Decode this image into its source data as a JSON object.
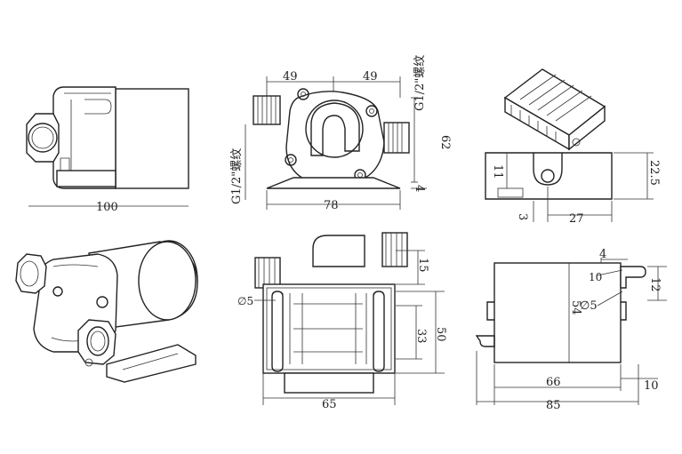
{
  "dimensions": {
    "side_length": "100",
    "front_half_width_left": "49",
    "front_half_width_right": "49",
    "front_height": "62",
    "front_base_width": "78",
    "front_base_offset": "4",
    "thread_left": "G1/2\"螺纹",
    "thread_right": "G1/2\"螺纹",
    "box_height": "22.5",
    "box_hole_height": "11",
    "box_hole_offset": "3",
    "box_hole_distance": "27",
    "rear_top": "15",
    "rear_hole_diameter": "∅5",
    "rear_height_inner": "33",
    "rear_height_outer": "50",
    "rear_width": "65",
    "bottom_top_offset": "4",
    "bottom_slot": "10",
    "bottom_slot_height": "12",
    "bottom_hole_diameter": "∅5",
    "bottom_height": "54",
    "bottom_width_inner": "66",
    "bottom_width_outer": "85",
    "bottom_right_offset": "10"
  }
}
